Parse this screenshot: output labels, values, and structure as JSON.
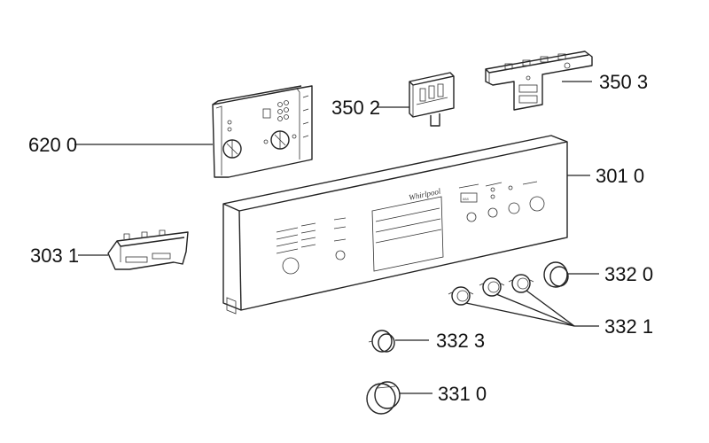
{
  "diagram": {
    "callouts": {
      "c6200": "620 0",
      "c3502": "350 2",
      "c3503": "350 3",
      "c3010": "301 0",
      "c3031": "303 1",
      "c3320": "332 0",
      "c3321": "332 1",
      "c3323": "332 3",
      "c3310": "331 0"
    },
    "panel": {
      "logo": "Whirlpool",
      "display": "888"
    }
  }
}
